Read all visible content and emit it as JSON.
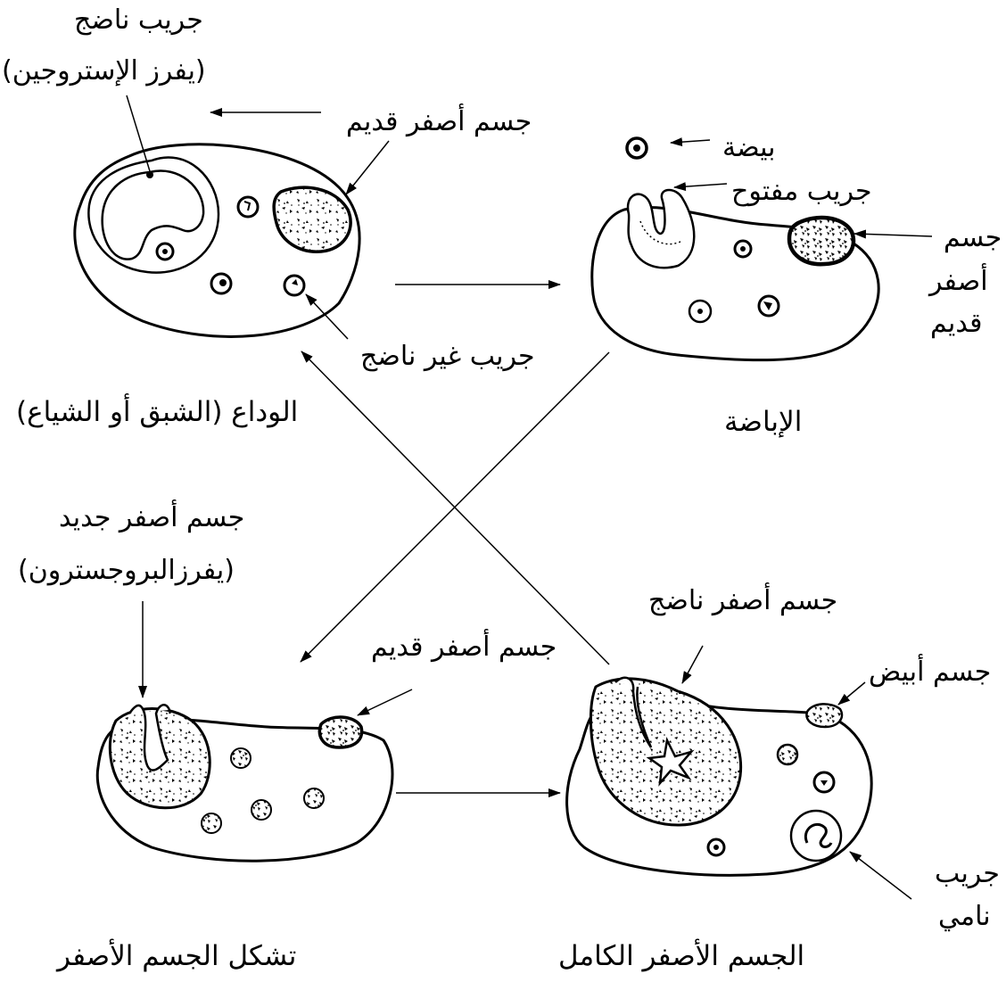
{
  "stages": {
    "involution": "الوداع (الشبق أو الشياع)",
    "ovulation": "الإباضة",
    "formation": "تشكل الجسم الأصفر",
    "mature": "الجسم الأصفر الكامل"
  },
  "labels": {
    "mature_follicle_line1": "جريب ناضج",
    "mature_follicle_line2": "(يفرز الإستروجين)",
    "old_cl_top": "جسم أصفر قديم",
    "immature_follicle": "جريب غير ناضج",
    "ovum": "بيضة",
    "open_follicle": "جريب مفتوح",
    "old_cl_right_1": "جسم",
    "old_cl_right_2": "أصفر",
    "old_cl_right_3": "قديم",
    "new_cl_line1": "جسم أصفر جديد",
    "new_cl_line2": "(يفرزالبروجسترون)",
    "old_cl_bottom": "جسم أصفر قديم",
    "mature_cl": "جسم أصفر ناضج",
    "corpus_albicans": "جسم أبيض",
    "growing_follicle_1": "جريب",
    "growing_follicle_2": "نامي"
  }
}
